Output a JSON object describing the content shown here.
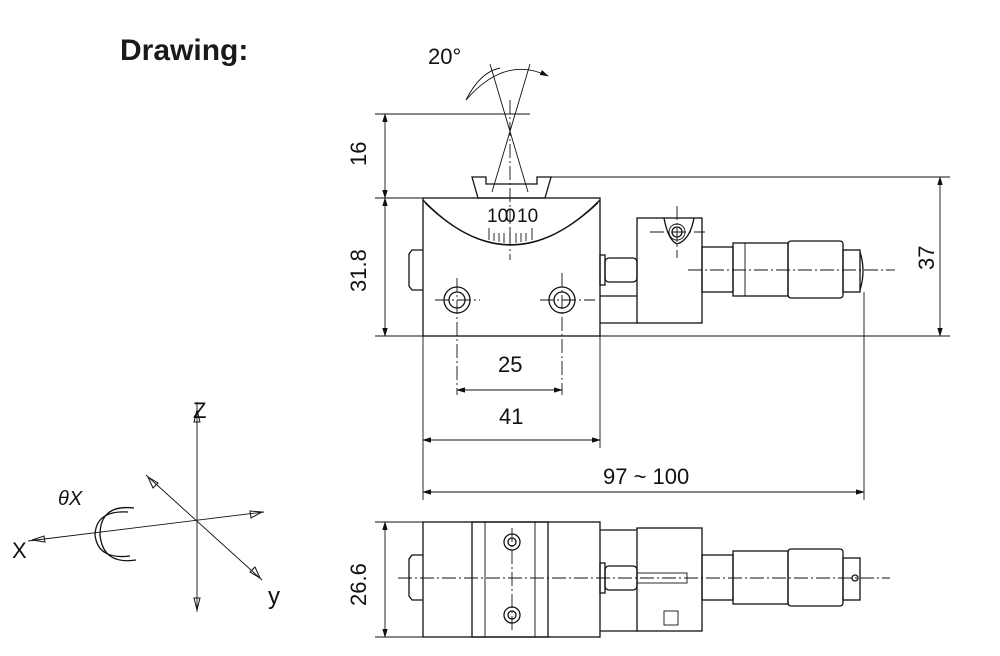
{
  "title": "Drawing:",
  "dimensions": {
    "angle": "20°",
    "height_top": "16",
    "height_block": "31.8",
    "height_total": "37",
    "hole_spacing": "25",
    "block_width": "41",
    "total_length": "97 ~ 100",
    "depth": "26.6"
  },
  "dial_scale": {
    "left": "10",
    "center": "0",
    "right": "10"
  },
  "axes": {
    "z": "Z",
    "x": "X",
    "y": "y",
    "rotation": "θX"
  }
}
